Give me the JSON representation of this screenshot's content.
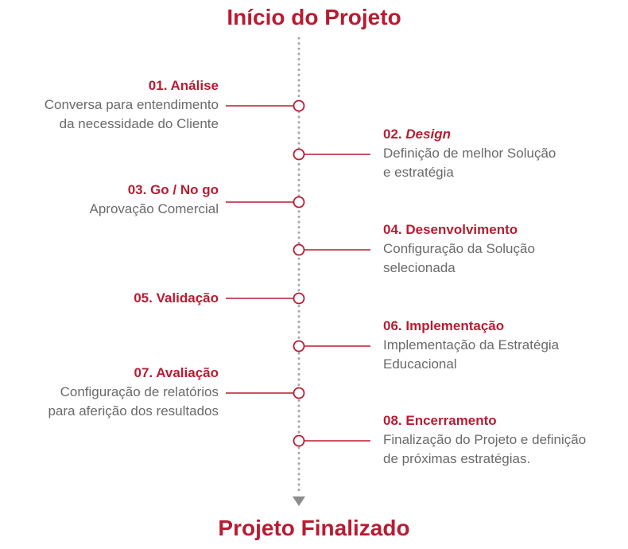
{
  "titles": {
    "start": "Início do Projeto",
    "end": "Projeto Finalizado"
  },
  "colors": {
    "accent": "#b81c32",
    "text": "#6a6a6a",
    "timeline_dots": "#a6a6a6",
    "arrow": "#8c8c8c"
  },
  "steps": [
    {
      "number": "01.",
      "title": "Análise",
      "title_italic": false,
      "side": "left",
      "desc": [
        "Conversa para entendimento",
        "da necessidade do Cliente"
      ]
    },
    {
      "number": "02.",
      "title": "Design",
      "title_italic": true,
      "side": "right",
      "desc": [
        "Definição de melhor Solução",
        "e estratégia"
      ]
    },
    {
      "number": "03.",
      "title": "Go / No go",
      "title_italic": false,
      "side": "left",
      "desc": [
        "Aprovação Comercial"
      ]
    },
    {
      "number": "04.",
      "title": "Desenvolvimento",
      "title_italic": false,
      "side": "right",
      "desc": [
        "Configuração da Solução",
        "selecionada"
      ]
    },
    {
      "number": "05.",
      "title": "Validação",
      "title_italic": false,
      "side": "left",
      "desc": []
    },
    {
      "number": "06.",
      "title": "Implementação",
      "title_italic": false,
      "side": "right",
      "desc": [
        "Implementação da Estratégia",
        "Educacional"
      ]
    },
    {
      "number": "07.",
      "title": "Avaliação",
      "title_italic": false,
      "side": "left",
      "desc": [
        "Configuração de relatórios",
        "para aferição dos resultados"
      ]
    },
    {
      "number": "08.",
      "title": "Encerramento",
      "title_italic": false,
      "side": "right",
      "desc": [
        "Finalização do Projeto e definição",
        "de próximas estratégias."
      ]
    }
  ]
}
